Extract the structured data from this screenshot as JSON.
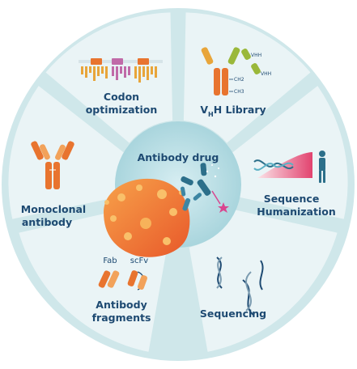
{
  "center": {
    "title": "Antibody drug"
  },
  "segments": [
    {
      "id": "codon",
      "line1": "Codon",
      "line2": "optimization"
    },
    {
      "id": "vhh",
      "line1_main": "V",
      "line1_sub": "H",
      "line1_end": "H Library"
    },
    {
      "id": "humanization",
      "line1": "Sequence",
      "line2": "Humanization"
    },
    {
      "id": "sequencing",
      "line1": "Sequencing"
    },
    {
      "id": "fragments",
      "line1": "Antibody",
      "line2": "fragments",
      "fab": "Fab",
      "scfv": "scFv"
    },
    {
      "id": "monoclonal",
      "line1": "Monoclonal",
      "line2": "antibody"
    }
  ],
  "vhh_labels": {
    "ch2": "CH2",
    "ch3": "CH3",
    "vhh_a": "VHH",
    "vhh_b": "VHH"
  },
  "colors": {
    "ring": "#cfe7ea",
    "segment": "#eaf4f6",
    "center": "#b9dde3",
    "text": "#1e4a72",
    "orange": "#e8742f",
    "teal": "#2c6f8a",
    "pink": "#d9468f",
    "green": "#9ab83a"
  }
}
